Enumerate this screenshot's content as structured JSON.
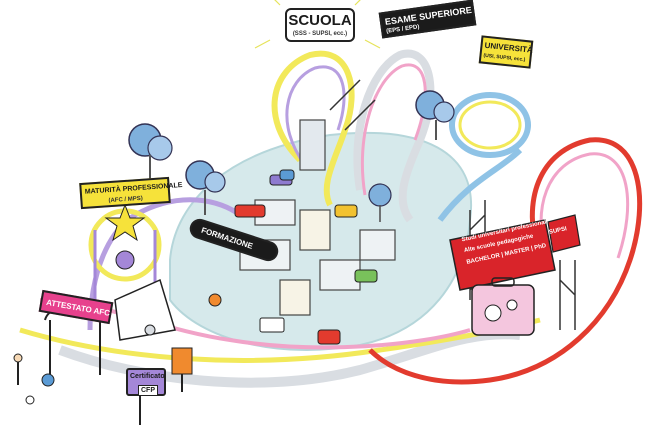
{
  "labels": {
    "scuola": "SCUOLA",
    "scuola_sub": "(SSS - SUPSI, ecc.)",
    "esame": "ESAME SUPERIORE",
    "esame_sub": "(EPS / EPD)",
    "universita": "UNIVERSITÀ",
    "universita_sub": "(USI, SUPSI, ecc.)",
    "maturita": "MATURITÀ PROFESSIONALE",
    "maturita_sub": "(AFC / MPS)",
    "attestato": "ATTESTATO AFC",
    "certificato": "Certificato",
    "certificato_sub": "CFP",
    "oltre": "FORMAZIONE",
    "studi_line1": "Studi universitari professionali",
    "studi_line2": "Alte scuole pedagogiche",
    "studi_line3": "BACHELOR | MASTER | PhD",
    "supsi": "SUPSI"
  },
  "colors": {
    "track_yellow": "#f2e95a",
    "track_blue": "#8fc3e6",
    "track_pink": "#f1a3c8",
    "track_red": "#e23b2e",
    "track_purple": "#b79fe0",
    "track_gray": "#d9dde2",
    "mound": "#cfe6e8",
    "banner_red": "#d9242a",
    "banner_pink": "#e7418d",
    "sign_yellow": "#f6e23a",
    "sign_black": "#1b1b1b",
    "sign_purple": "#a487d8"
  }
}
